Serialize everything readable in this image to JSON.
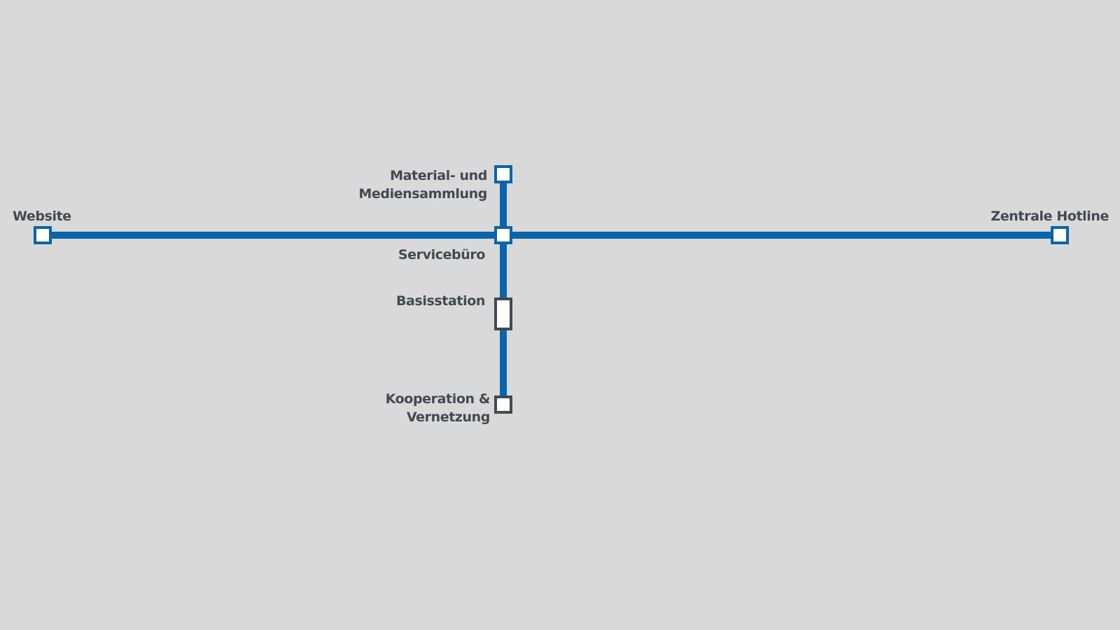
{
  "colors": {
    "background": "#d9d9d9",
    "line": "#0a64ac",
    "station_fill": "#ffffff",
    "station_border_blue": "#0a64ac",
    "station_border_gray": "#404a4f",
    "label": "#404a4f"
  },
  "stations": {
    "website": {
      "label": "Website",
      "border": "blue"
    },
    "material": {
      "label_line1": "Material- und",
      "label_line2": "Mediensammlung",
      "border": "blue"
    },
    "servicebuero": {
      "label": "Servicebüro",
      "border": "blue"
    },
    "hotline": {
      "label": "Zentrale Hotline",
      "border": "blue"
    },
    "basisstation": {
      "label": "Basisstation",
      "border": "gray"
    },
    "kooperation": {
      "label_line1": "Kooperation &",
      "label_line2": "Vernetzung",
      "border": "gray"
    }
  }
}
